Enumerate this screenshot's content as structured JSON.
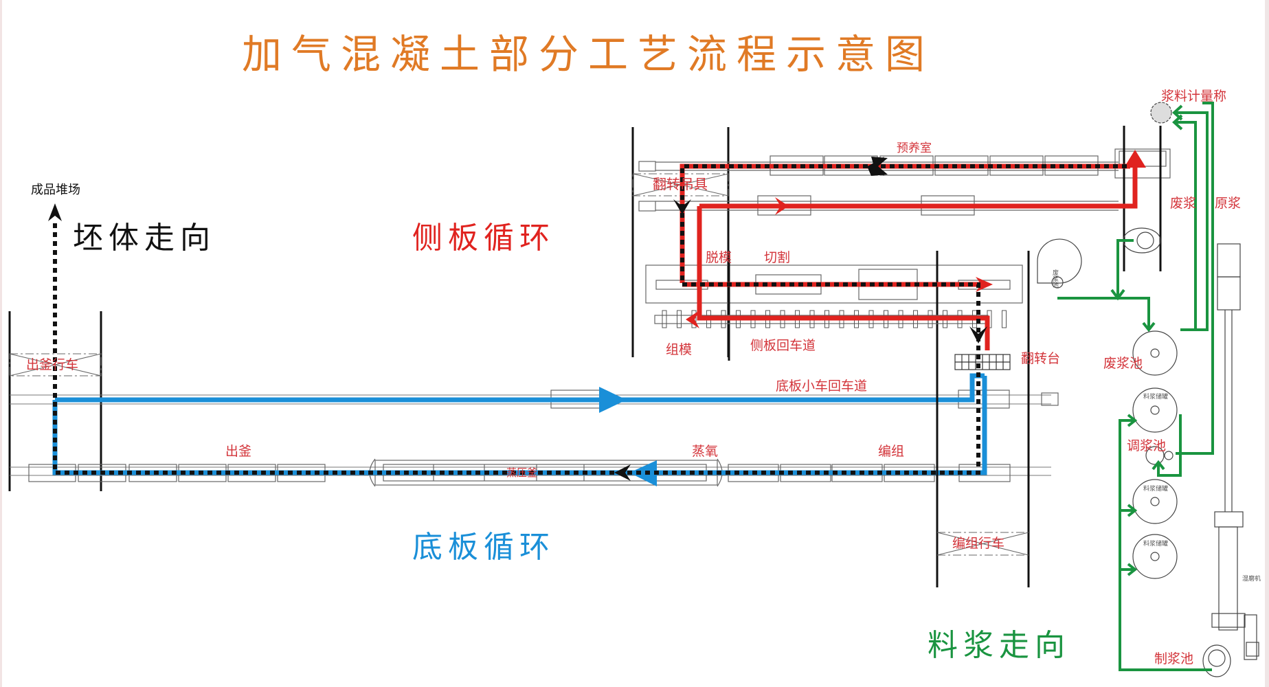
{
  "title": "加气混凝土部分工艺流程示意图",
  "legend": {
    "side_plate_cycle": "侧板循环",
    "bottom_plate_cycle": "底板循环",
    "body_direction": "坯体走向",
    "slurry_direction": "料浆走向"
  },
  "stations": {
    "finished_yard": "成品堆场",
    "kettle_exit_crane": "出釜行车",
    "pre_curing_room": "预养室",
    "flip_spreader": "翻转吊具",
    "demold": "脱模",
    "cutting": "切割",
    "assemble_mold": "组模",
    "side_plate_return": "侧板回车道",
    "flip_table": "翻转台",
    "bottom_cart_return": "底板小车回车道",
    "kettle_exit": "出釜",
    "steam": "蒸氧",
    "autoclave": "蒸压釜",
    "grouping": "编组",
    "grouping_crane": "编组行车",
    "slurry_scale": "浆料计量称",
    "waste_slurry": "废浆",
    "raw_slurry": "原浆",
    "waste_pool": "废浆池",
    "mixing_pool": "调浆池",
    "slurry_tank": "料浆储罐",
    "making_pool": "制浆池",
    "wet_mill": "湿磨机",
    "waste_pool_small": "废浆池"
  },
  "colors": {
    "title": "#e07a25",
    "side_cycle": "#e0231f",
    "bottom_cycle": "#1a8fd8",
    "body_flow": "#111111",
    "slurry_flow": "#1a9440",
    "label_red": "#d3343a"
  }
}
